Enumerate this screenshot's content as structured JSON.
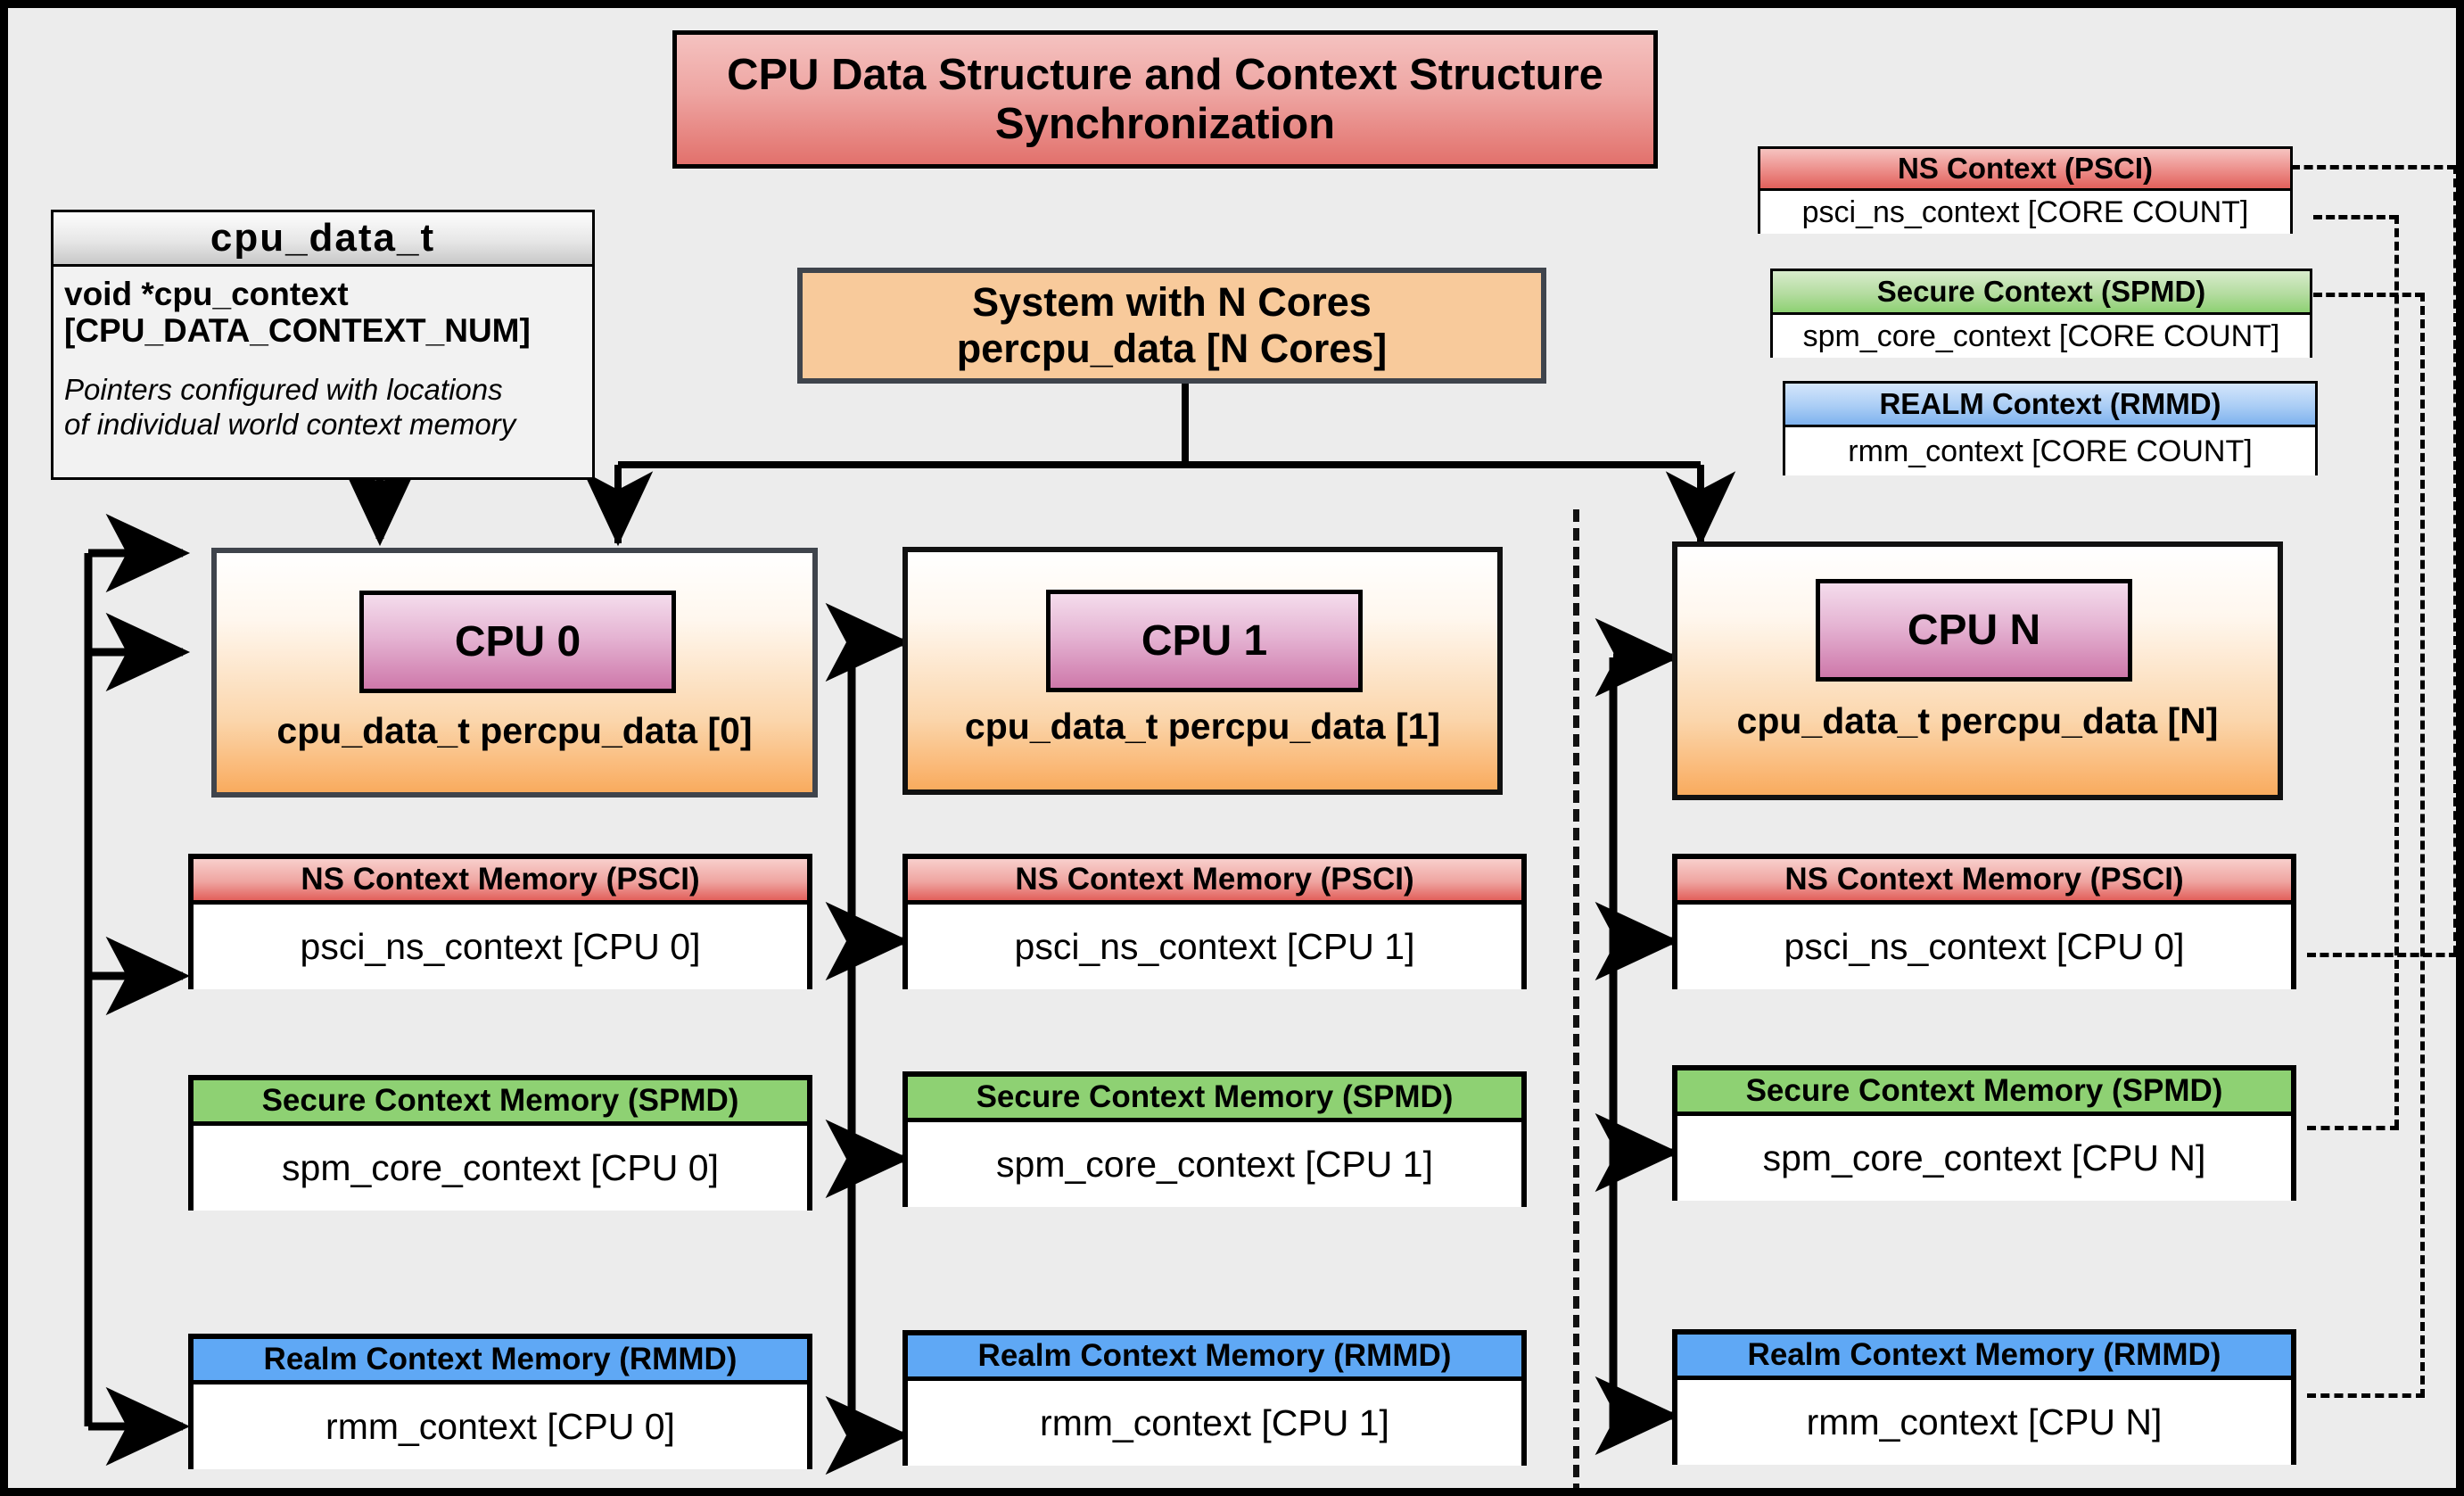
{
  "title": "CPU Data Structure and Context Structure Synchronization",
  "cpu_data_t": {
    "header": "cpu_data_t",
    "attribute_line1": "void  *cpu_context",
    "attribute_line2": "[CPU_DATA_CONTEXT_NUM]",
    "note_line1": "Pointers configured with locations",
    "note_line2": "of individual world context memory"
  },
  "system": {
    "line1": "System with N Cores",
    "line2": "percpu_data [N Cores]"
  },
  "global_contexts": [
    {
      "name": "ns-context-psci",
      "header": "NS Context  (PSCI)",
      "body": "psci_ns_context [CORE COUNT]"
    },
    {
      "name": "secure-context-spmd",
      "header": "Secure Context (SPMD)",
      "body": "spm_core_context [CORE COUNT]"
    },
    {
      "name": "realm-context-rmmd",
      "header": "REALM Context (RMMD)",
      "body": "rmm_context [CORE COUNT]"
    }
  ],
  "columns": [
    {
      "id": "cpu0",
      "cpu_label": "CPU 0",
      "cpu_subtitle": "cpu_data_t percpu_data [0]",
      "contexts": [
        {
          "name": "ns-context-memory",
          "header": "NS Context Memory (PSCI)",
          "body": "psci_ns_context [CPU 0]"
        },
        {
          "name": "secure-context-memory",
          "header": "Secure Context Memory (SPMD)",
          "body": "spm_core_context [CPU 0]"
        },
        {
          "name": "realm-context-memory",
          "header": "Realm Context Memory (RMMD)",
          "body": "rmm_context [CPU 0]"
        }
      ]
    },
    {
      "id": "cpu1",
      "cpu_label": "CPU 1",
      "cpu_subtitle": "cpu_data_t percpu_data [1]",
      "contexts": [
        {
          "name": "ns-context-memory",
          "header": "NS Context Memory (PSCI)",
          "body": "psci_ns_context [CPU 1]"
        },
        {
          "name": "secure-context-memory",
          "header": "Secure Context Memory (SPMD)",
          "body": "spm_core_context [CPU 1]"
        },
        {
          "name": "realm-context-memory",
          "header": "Realm Context Memory (RMMD)",
          "body": "rmm_context [CPU 1]"
        }
      ]
    },
    {
      "id": "cpuN",
      "cpu_label": "CPU N",
      "cpu_subtitle": "cpu_data_t percpu_data [N]",
      "contexts": [
        {
          "name": "ns-context-memory",
          "header": "NS Context Memory (PSCI)",
          "body": "psci_ns_context [CPU 0]"
        },
        {
          "name": "secure-context-memory",
          "header": "Secure Context Memory (SPMD)",
          "body": "spm_core_context [CPU N]"
        },
        {
          "name": "realm-context-memory",
          "header": "Realm Context Memory (RMMD)",
          "body": "rmm_context [CPU N]"
        }
      ]
    }
  ],
  "colors": {
    "background": "#ececec",
    "border": "#000000",
    "ns_red": "#e2605b",
    "secure_green": "#8ed173",
    "realm_blue": "#5fa8f5",
    "cpu_orange": "#f9ab5e",
    "system_orange": "#f8ca9b",
    "cpu_label_pink": "#ce78aa",
    "title_red": "#e2716c"
  }
}
